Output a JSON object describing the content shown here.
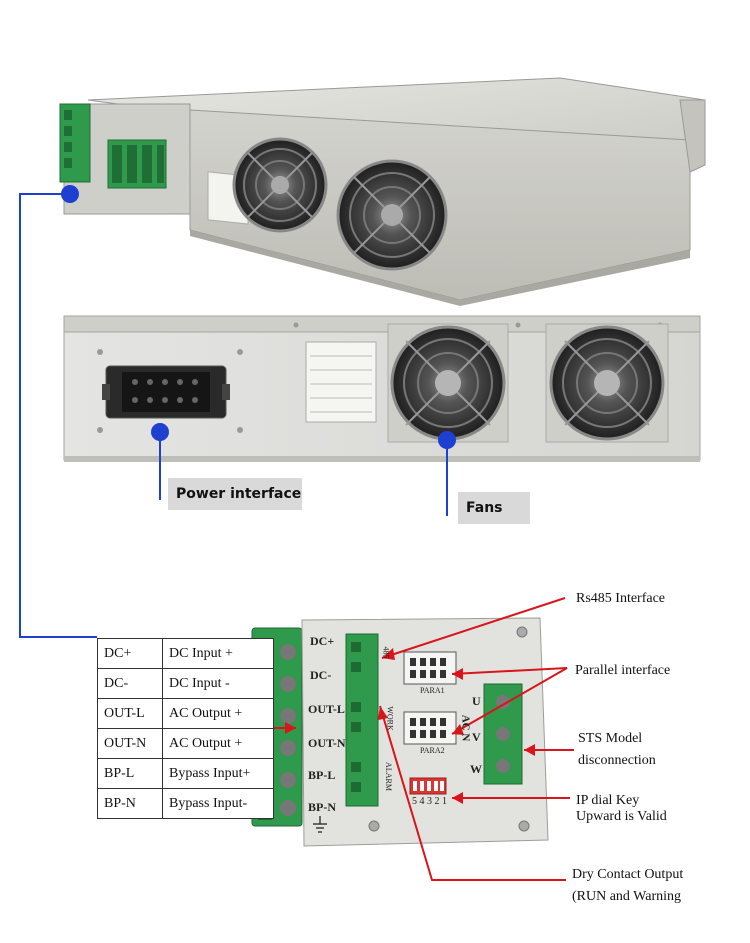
{
  "callouts": {
    "power_interface": "Power interface",
    "fans": "Fans"
  },
  "pin_table": [
    {
      "pin": "DC+",
      "desc": "DC Input +"
    },
    {
      "pin": "DC-",
      "desc": "DC Input -"
    },
    {
      "pin": "OUT-L",
      "desc": "AC Output +"
    },
    {
      "pin": "OUT-N",
      "desc": "AC Output +"
    },
    {
      "pin": "BP-L",
      "desc": "Bypass Input+"
    },
    {
      "pin": "BP-N",
      "desc": "Bypass Input-"
    }
  ],
  "panel": {
    "left_labels": [
      "DC+",
      "DC-",
      "OUT-L",
      "OUT-N",
      "BP-L",
      "BP-N"
    ],
    "para1": "PARA1",
    "para2": "PARA2",
    "uvw": [
      "U",
      "V",
      "W"
    ],
    "acn": "AC N",
    "dip": "5 4 3 2 1",
    "rs485": "485",
    "work": "WORK",
    "alarm": "ALARM"
  },
  "annotations": {
    "rs485": "Rs485 Interface",
    "parallel": "Parallel  interface",
    "sts_line1": "STS  Model",
    "sts_line2": "disconnection",
    "ip_line1": "IP dial Key",
    "ip_line2": "Upward is Valid",
    "dry_line1": "Dry Contact Output",
    "dry_line2": "(RUN and Warning"
  },
  "colors": {
    "chassis": "#d8d8d0",
    "terminal_green": "#2f9a4c",
    "fan_dark": "#2b2b2b",
    "connector_blue": "#1f3fd1",
    "arrow_red": "#d9141a"
  },
  "icons": [
    "fan-icon",
    "power-connector-icon",
    "terminal-block-icon",
    "ground-icon"
  ]
}
